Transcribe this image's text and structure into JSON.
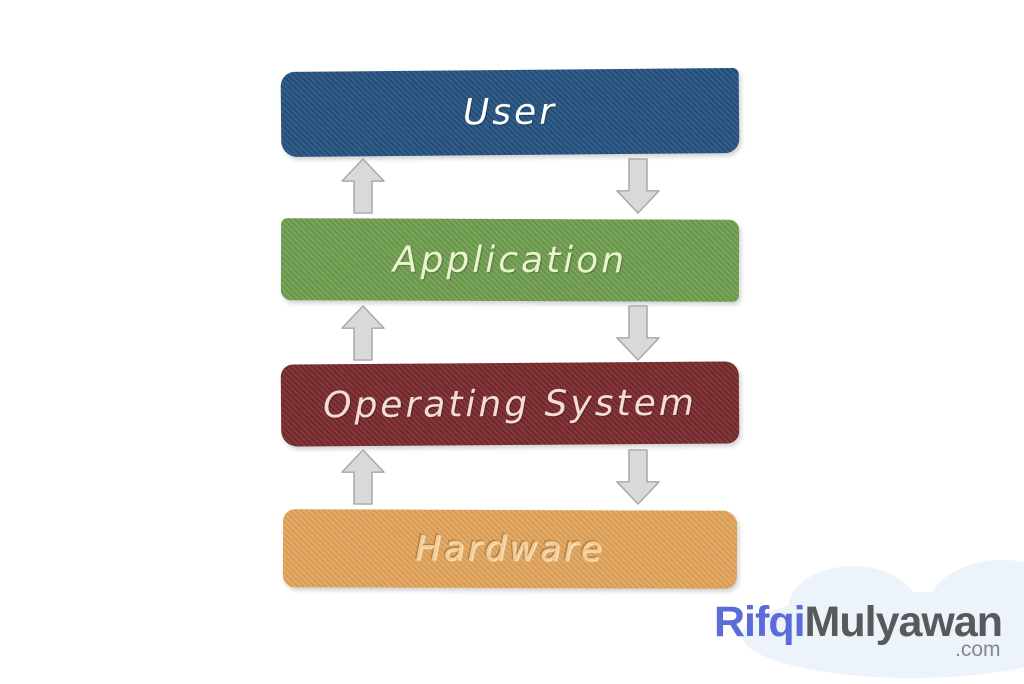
{
  "diagram": {
    "type": "layered-stack",
    "description": "Computer system abstraction layers with bidirectional communication arrows",
    "layers": [
      {
        "label": "User",
        "box_color": "#24517e",
        "text_color": "#ffffff"
      },
      {
        "label": "Application",
        "box_color": "#6f9d4e",
        "text_color": "#e9f4cd"
      },
      {
        "label": "Operating System",
        "box_color": "#78292c",
        "text_color": "#f3ddd6"
      },
      {
        "label": "Hardware",
        "box_color": "#e2a45b",
        "text_color": "#f0cd9b"
      }
    ],
    "arrows": [
      {
        "between": "User-Application",
        "direction": "up"
      },
      {
        "between": "User-Application",
        "direction": "down"
      },
      {
        "between": "Application-OperatingSystem",
        "direction": "up"
      },
      {
        "between": "Application-OperatingSystem",
        "direction": "down"
      },
      {
        "between": "OperatingSystem-Hardware",
        "direction": "up"
      },
      {
        "between": "OperatingSystem-Hardware",
        "direction": "down"
      }
    ]
  },
  "watermark": {
    "brand_first": "Rifqi",
    "brand_second": "Mulyawan",
    "tld": ".com"
  },
  "colors": {
    "arrow_fill": "#d9d9d9",
    "arrow_stroke": "#a8a8a8",
    "brand_blue": "#5b6bd8",
    "brand_gray": "#58595b",
    "brand_tld": "#85878a",
    "cloud_color": "#edf3fa"
  }
}
